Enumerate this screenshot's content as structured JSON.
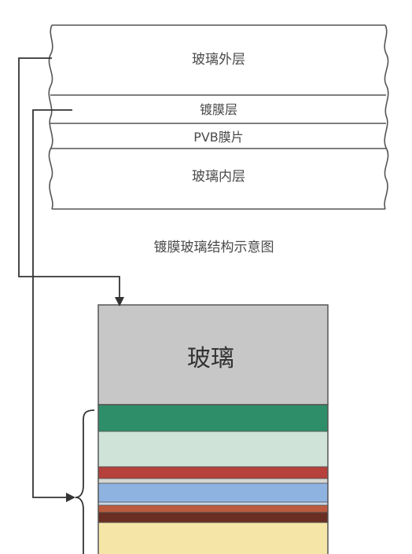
{
  "upper_diagram": {
    "layers": [
      {
        "label": "玻璃外层"
      },
      {
        "label": "镀膜层"
      },
      {
        "label": "PVB膜片"
      },
      {
        "label": "玻璃内层"
      }
    ],
    "caption": "镀膜玻璃结构示意图"
  },
  "lower_diagram": {
    "glass_label": "玻璃",
    "coating_stack": [
      {
        "color": "#2e8e6a"
      },
      {
        "color": "#cfe3d8"
      },
      {
        "color": "#b5403c"
      },
      {
        "color": "#d8d6d3"
      },
      {
        "color": "#8fb3e0"
      },
      {
        "color": "#c8d6e8"
      },
      {
        "color": "#bd5a3e"
      },
      {
        "color": "#6a2f22"
      },
      {
        "color": "#f5e6a8"
      }
    ]
  },
  "colors": {
    "glass_fill": "#c7c7c7",
    "outline": "#555555",
    "connector": "#333333"
  }
}
